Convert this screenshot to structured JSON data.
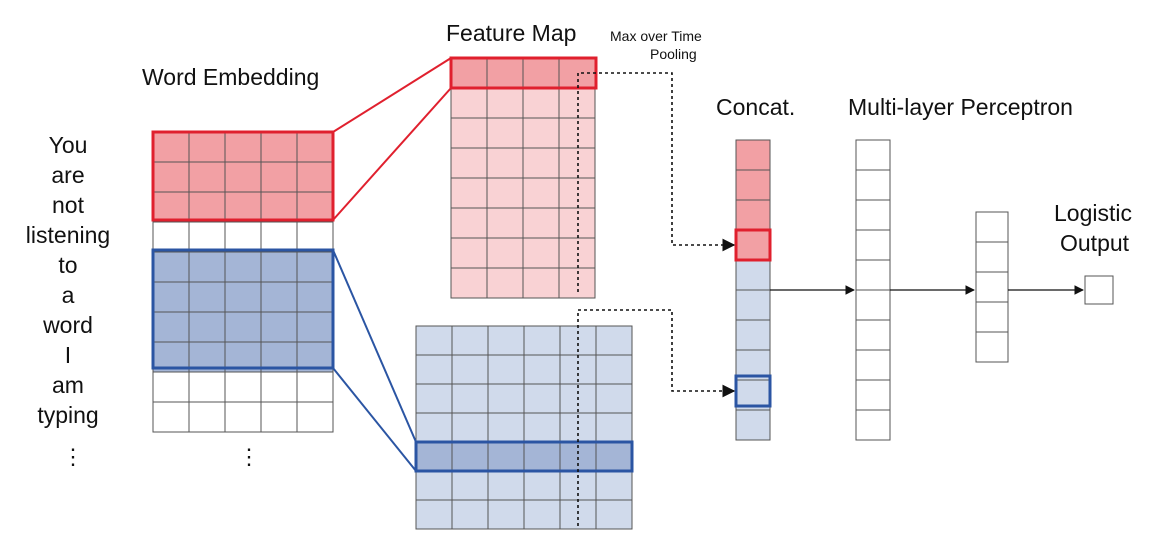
{
  "labels": {
    "word_embedding": "Word Embedding",
    "feature_map": "Feature Map",
    "pooling_line1": "Max over Time",
    "pooling_line2": "Pooling",
    "concat": "Concat.",
    "mlp": "Multi-layer Perceptron",
    "output_line1": "Logistic",
    "output_line2": "Output"
  },
  "sentence": [
    "You",
    "are",
    "not",
    "listening",
    "to",
    "a",
    "word",
    "I",
    "am",
    "typing"
  ],
  "ellipsis": [
    "⋮",
    "⋮"
  ],
  "colors": {
    "red_border": "#e0202e",
    "red_fill_strong": "#f2a0a4",
    "red_fill_light": "#f9d2d4",
    "blue_border": "#2b55a3",
    "blue_fill_strong": "#a4b5d6",
    "blue_fill_light": "#d0daeb",
    "grid_line": "#555555"
  }
}
